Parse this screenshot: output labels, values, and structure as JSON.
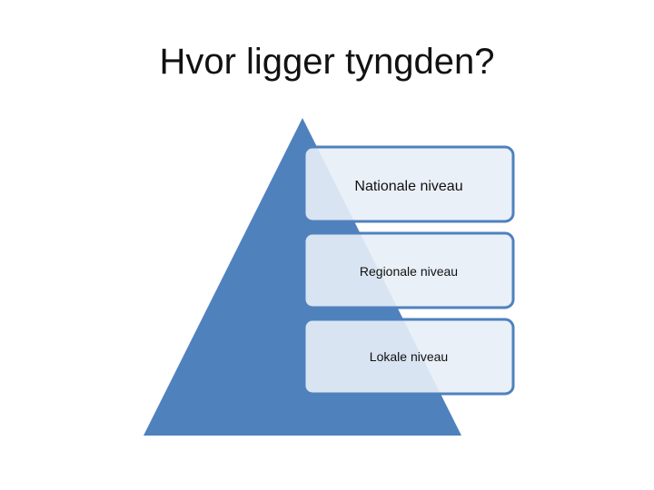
{
  "slide": {
    "title": "Hvor ligger tyngden?"
  },
  "pyramid": {
    "fill_color": "#4f81bd",
    "box_fill_color": "#e8eef7",
    "box_border_color": "#4f81bd",
    "levels": [
      {
        "label": "Nationale niveau"
      },
      {
        "label": "Regionale niveau"
      },
      {
        "label": "Lokale niveau"
      }
    ]
  }
}
